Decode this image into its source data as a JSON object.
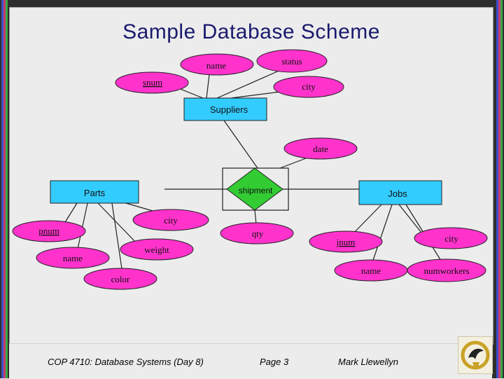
{
  "title": "Sample Database Scheme",
  "entities": {
    "suppliers": "Suppliers",
    "parts": "Parts",
    "jobs": "Jobs"
  },
  "relationship": "shipment",
  "attributes": {
    "suppliers_name": "name",
    "suppliers_status": "status",
    "suppliers_snum": "snum",
    "suppliers_city": "city",
    "shipment_date": "date",
    "shipment_qty": "qty",
    "parts_city": "city",
    "parts_pnum": "pnum",
    "parts_weight": "weight",
    "parts_name": "name",
    "parts_color": "color",
    "jobs_jnum": "jnum",
    "jobs_city": "city",
    "jobs_name": "name",
    "jobs_numworkers": "numworkers"
  },
  "footer": {
    "course": "COP 4710: Database Systems  (Day 8)",
    "page": "Page 3",
    "author": "Mark Llewellyn"
  },
  "colors": {
    "attribute_fill": "#ff33cc",
    "entity_fill": "#33ccff",
    "relationship_fill": "#33cc33",
    "title_color": "#1a1a6e"
  }
}
